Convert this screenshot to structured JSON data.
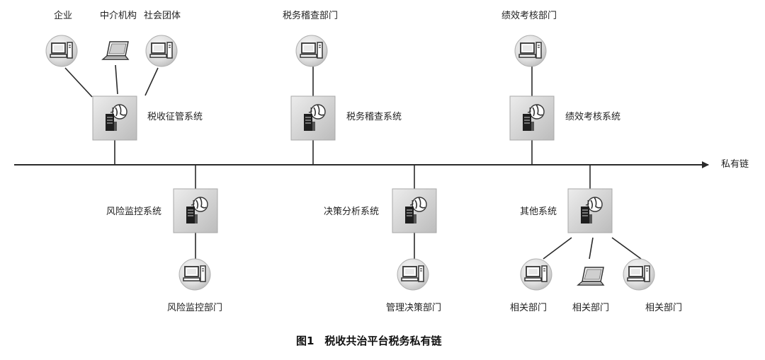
{
  "bus_label": "私有链",
  "caption": "图1　税收共治平台税务私有链",
  "systems": {
    "tax_collection": "税收征管系统",
    "tax_audit": "税务稽查系统",
    "performance": "绩效考核系统",
    "risk_monitor": "风险监控系统",
    "decision_analysis": "决策分析系统",
    "other": "其他系统"
  },
  "terminals": {
    "enterprise": "企业",
    "intermediary": "中介机构",
    "social_group": "社会团体",
    "audit_dept": "税务稽查部门",
    "performance_dept": "绩效考核部门",
    "risk_dept": "风险监控部门",
    "decision_dept": "管理决策部门",
    "related_1": "相关部门",
    "related_2": "相关部门",
    "related_3": "相关部门"
  },
  "colors": {
    "line": "#2a2a2a",
    "server_box": "#d9d9d9",
    "terminal_circle": "#e2e2e2"
  },
  "icons": {
    "server": "server-globe-icon",
    "desktop": "desktop-computer-icon",
    "laptop": "laptop-icon"
  }
}
